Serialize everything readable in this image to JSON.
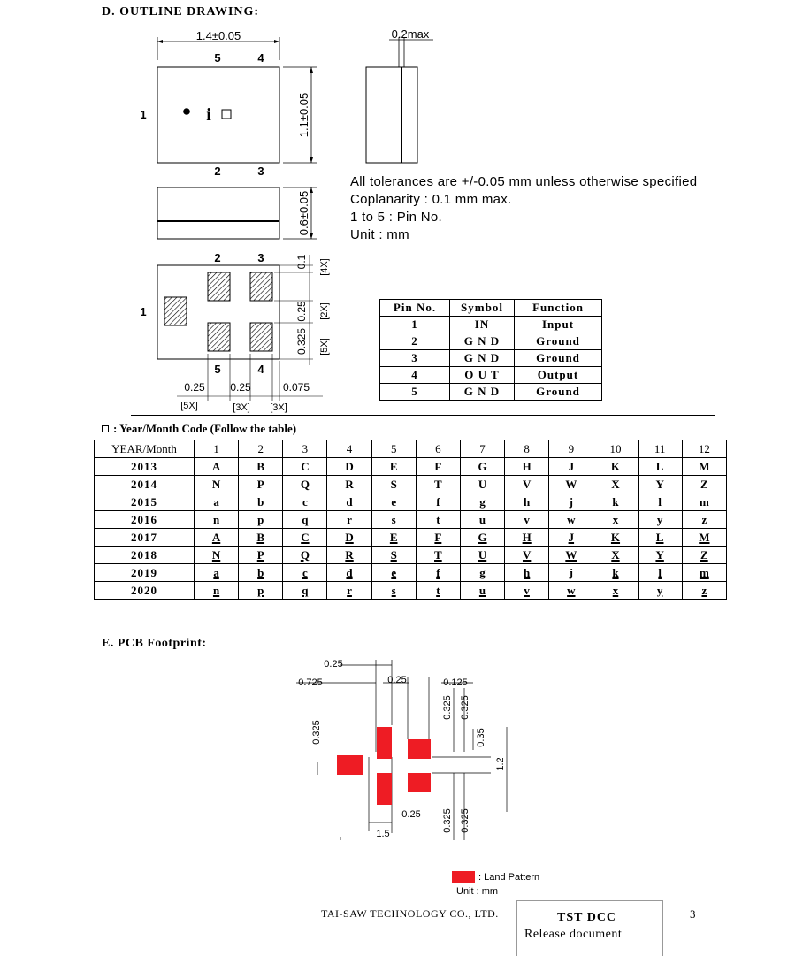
{
  "section_d": {
    "title": "D. OUTLINE DRAWING:"
  },
  "drawing": {
    "width_dim": "1.4±0.05",
    "height_dim": "1.1±0.05",
    "thick_dim": "0.6±0.05",
    "side_dim": "0.2max",
    "pin_top_left": "5",
    "pin_top_right": "4",
    "pin_left": "1",
    "pin_bottom_left": "2",
    "pin_bottom_right": "3",
    "marking": "i",
    "bottom_pin_top_left": "2",
    "bottom_pin_top_right": "3",
    "bottom_pin_left": "1",
    "bottom_pin_bottom_left": "5",
    "bottom_pin_bottom_right": "4",
    "pad_dim_01": "0.1",
    "pad_dim_01_mult": "[4X]",
    "pad_dim_025": "0.25",
    "pad_dim_025_mult": "[2X]",
    "pad_dim_0325": "0.325",
    "pad_dim_0325_mult": "[5X]",
    "bottom_dim_a": "0.25",
    "bottom_dim_a_mult": "[5X]",
    "bottom_dim_b": "0.25",
    "bottom_dim_b_mult": "[3X]",
    "bottom_dim_c": "0.075",
    "bottom_dim_c_mult": "[3X]"
  },
  "notes": [
    "All tolerances are +/-0.05 mm unless otherwise specified",
    "Coplanarity : 0.1 mm max.",
    "1 to 5 : Pin No.",
    "Unit : mm"
  ],
  "pin_table": {
    "headers": [
      "Pin No.",
      "Symbol",
      "Function"
    ],
    "rows": [
      [
        "1",
        "IN",
        "Input"
      ],
      [
        "2",
        "G N D",
        "Ground"
      ],
      [
        "3",
        "G N D",
        "Ground"
      ],
      [
        "4",
        "O U T",
        "Output"
      ],
      [
        "5",
        "G N D",
        "Ground"
      ]
    ]
  },
  "year_month": {
    "title": ": Year/Month Code (Follow the table)",
    "headers": [
      "YEAR/Month",
      "1",
      "2",
      "3",
      "4",
      "5",
      "6",
      "7",
      "8",
      "9",
      "10",
      "11",
      "12"
    ],
    "rows": [
      {
        "year": "2013",
        "codes": [
          "A",
          "B",
          "C",
          "D",
          "E",
          "F",
          "G",
          "H",
          "J",
          "K",
          "L",
          "M"
        ],
        "underline": false
      },
      {
        "year": "2014",
        "codes": [
          "N",
          "P",
          "Q",
          "R",
          "S",
          "T",
          "U",
          "V",
          "W",
          "X",
          "Y",
          "Z"
        ],
        "underline": false
      },
      {
        "year": "2015",
        "codes": [
          "a",
          "b",
          "c",
          "d",
          "e",
          "f",
          "g",
          "h",
          "j",
          "k",
          "l",
          "m"
        ],
        "underline": false
      },
      {
        "year": "2016",
        "codes": [
          "n",
          "p",
          "q",
          "r",
          "s",
          "t",
          "u",
          "v",
          "w",
          "x",
          "y",
          "z"
        ],
        "underline": false
      },
      {
        "year": "2017",
        "codes": [
          "A",
          "B",
          "C",
          "D",
          "E",
          "F",
          "G",
          "H",
          "J",
          "K",
          "L",
          "M"
        ],
        "underline": true
      },
      {
        "year": "2018",
        "codes": [
          "N",
          "P",
          "Q",
          "R",
          "S",
          "T",
          "U",
          "V",
          "W",
          "X",
          "Y",
          "Z"
        ],
        "underline": true
      },
      {
        "year": "2019",
        "codes": [
          "a",
          "b",
          "c",
          "d",
          "e",
          "f",
          "g",
          "h",
          "j",
          "k",
          "l",
          "m"
        ],
        "underline": true
      },
      {
        "year": "2020",
        "codes": [
          "n",
          "p",
          "q",
          "r",
          "s",
          "t",
          "u",
          "v",
          "w",
          "x",
          "y",
          "z"
        ],
        "underline": true
      }
    ]
  },
  "section_e": {
    "title": "E. PCB Footprint:"
  },
  "pcb": {
    "dim_top_025": "0.25",
    "dim_left_0725": "0.725",
    "dim_mid_025": "0.25",
    "dim_right_0125": "0.125",
    "dim_left_vert_0325": "0.325",
    "dim_v1": "0.325",
    "dim_v2": "0.325",
    "dim_v3": "0.35",
    "dim_overall": "1.2",
    "dim_bottom_025": "0.25",
    "dim_bottom_15": "1.5",
    "dim_bv1": "0.325",
    "dim_bv2": "0.325",
    "pad_color": "#ee1c24",
    "legend_label": ": Land Pattern",
    "unit": "Unit : mm"
  },
  "footer": {
    "company": "TAI-SAW TECHNOLOGY CO., LTD.",
    "doc_title": "TST DCC",
    "doc_subtitle": "Release document",
    "page_number": "3"
  }
}
